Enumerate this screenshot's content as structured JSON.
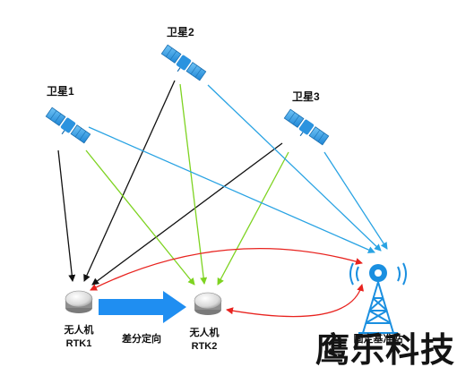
{
  "satellites": [
    {
      "id": "sat1",
      "label": "卫星1"
    },
    {
      "id": "sat2",
      "label": "卫星2"
    },
    {
      "id": "sat3",
      "label": "卫星3"
    }
  ],
  "receivers": [
    {
      "id": "rtk1",
      "line1": "无人机",
      "line2": "RTK1"
    },
    {
      "id": "rtk2",
      "line1": "无人机",
      "line2": "RTK2"
    }
  ],
  "base_station": {
    "label": "固定基准站"
  },
  "orientation_arrow": {
    "label": "差分定向"
  },
  "watermark": "鹰乐科技",
  "colors": {
    "to_rtk1": "#111111",
    "to_rtk2": "#7ed321",
    "to_base": "#29a3e3",
    "correction": "#e8231f",
    "orientation": "#1f8ef1",
    "tower": "#1a8fe0"
  }
}
